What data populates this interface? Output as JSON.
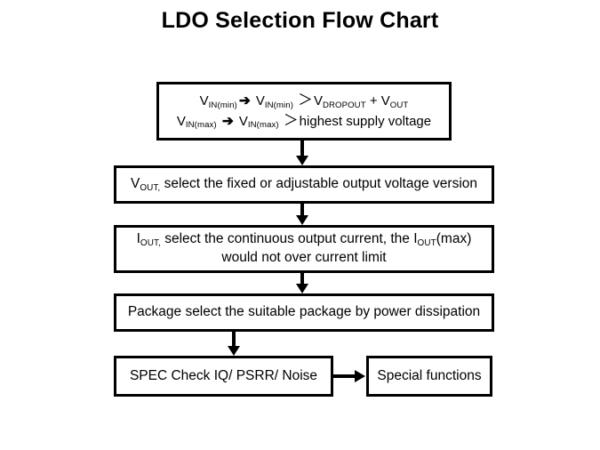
{
  "chart_data": {
    "type": "diagram",
    "title": "LDO Selection Flow Chart",
    "nodes": [
      {
        "id": "vin",
        "lines": [
          "V_IN(min) ➔ V_IN(min) > V_DROPOUT + V_OUT",
          "V_IN(max) ➔ V_IN(max) > highest supply voltage"
        ]
      },
      {
        "id": "vout",
        "lines": [
          "V_OUT, select the fixed or adjustable output voltage version"
        ]
      },
      {
        "id": "iout",
        "lines": [
          "I_OUT, select the continuous output current, the I_OUT(max)",
          "would not over current limit"
        ]
      },
      {
        "id": "package",
        "lines": [
          "Package select the suitable package by power dissipation"
        ]
      },
      {
        "id": "spec",
        "lines": [
          "SPEC Check IQ/ PSRR/ Noise"
        ]
      },
      {
        "id": "special",
        "lines": [
          "Special functions"
        ]
      }
    ],
    "edges": [
      {
        "from": "vin",
        "to": "vout",
        "direction": "down"
      },
      {
        "from": "vout",
        "to": "iout",
        "direction": "down"
      },
      {
        "from": "iout",
        "to": "package",
        "direction": "down"
      },
      {
        "from": "package",
        "to": "spec",
        "direction": "down"
      },
      {
        "from": "spec",
        "to": "special",
        "direction": "right"
      }
    ],
    "colors": {
      "stroke": "#000000",
      "background": "#ffffff",
      "text": "#000000"
    }
  },
  "title": "LDO Selection Flow Chart",
  "box_vin": {
    "line1": {
      "v1_base": "V",
      "v1_sub": "IN(min)",
      "arrow": "➔",
      "v2_base": "V",
      "v2_sub": "IN(min)",
      "gt": "＞",
      "v3_base": "V",
      "v3_sub": "DROPOUT",
      "plus": "+",
      "v4_base": "V",
      "v4_sub": "OUT"
    },
    "line2": {
      "v1_base": "V",
      "v1_sub": "IN(max)",
      "arrow": "➔",
      "v2_base": "V",
      "v2_sub": "IN(max)",
      "gt": "＞",
      "tail": "highest supply voltage"
    }
  },
  "box_vout": {
    "base": "V",
    "sub": "OUT,",
    "text": " select the fixed or adjustable output voltage version"
  },
  "box_iout": {
    "base": "I",
    "sub": "OUT,",
    "text_mid": " select the continuous output current, the ",
    "base2": "I",
    "sub2": "OUT",
    "text_tail": "(max)",
    "line2": "would not over current limit"
  },
  "box_package": {
    "text": "Package select the suitable package by power dissipation"
  },
  "box_spec": {
    "text": "SPEC Check IQ/  PSRR/ Noise"
  },
  "box_special": {
    "text": "Special functions"
  }
}
